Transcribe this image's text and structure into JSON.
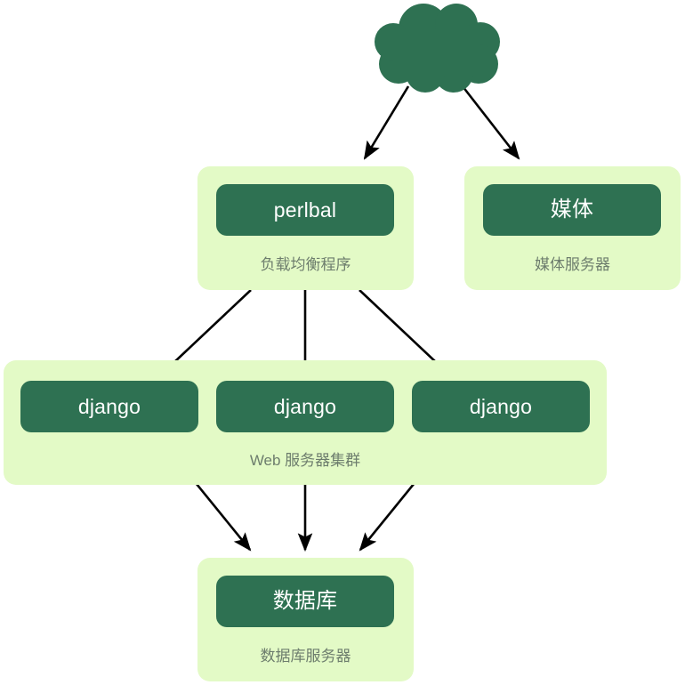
{
  "diagram": {
    "type": "architecture-diagram",
    "background_color": "#ffffff",
    "palette": {
      "node_fill": "#2e7152",
      "group_fill": "#e3fac6",
      "node_text": "#ffffff",
      "caption_text": "#6d7d6d",
      "edge_color": "#000000",
      "cloud_fill": "#2e7152"
    },
    "cloud": {
      "name": "internet-cloud",
      "label": ""
    },
    "groups": [
      {
        "id": "load-balancer-group",
        "caption": "负载均衡程序",
        "nodes": [
          {
            "id": "perlbal",
            "label": "perlbal",
            "script": "latin"
          }
        ]
      },
      {
        "id": "media-group",
        "caption": "媒体服务器",
        "nodes": [
          {
            "id": "media",
            "label": "媒体",
            "script": "cjk"
          }
        ]
      },
      {
        "id": "web-cluster-group",
        "caption": "Web 服务器集群",
        "nodes": [
          {
            "id": "django-1",
            "label": "django",
            "script": "latin"
          },
          {
            "id": "django-2",
            "label": "django",
            "script": "latin"
          },
          {
            "id": "django-3",
            "label": "django",
            "script": "latin"
          }
        ]
      },
      {
        "id": "database-group",
        "caption": "数据库服务器",
        "nodes": [
          {
            "id": "database",
            "label": "数据库",
            "script": "cjk"
          }
        ]
      }
    ],
    "edges": [
      {
        "id": "cloud-to-perlbal",
        "from": "internet-cloud",
        "to": "perlbal"
      },
      {
        "id": "cloud-to-media",
        "from": "internet-cloud",
        "to": "media"
      },
      {
        "id": "perlbal-to-django-1",
        "from": "perlbal",
        "to": "django-1"
      },
      {
        "id": "perlbal-to-django-2",
        "from": "perlbal",
        "to": "django-2"
      },
      {
        "id": "perlbal-to-django-3",
        "from": "perlbal",
        "to": "django-3"
      },
      {
        "id": "django-1-to-database",
        "from": "django-1",
        "to": "database"
      },
      {
        "id": "django-2-to-database",
        "from": "django-2",
        "to": "database"
      },
      {
        "id": "django-3-to-database",
        "from": "django-3",
        "to": "database"
      }
    ]
  }
}
